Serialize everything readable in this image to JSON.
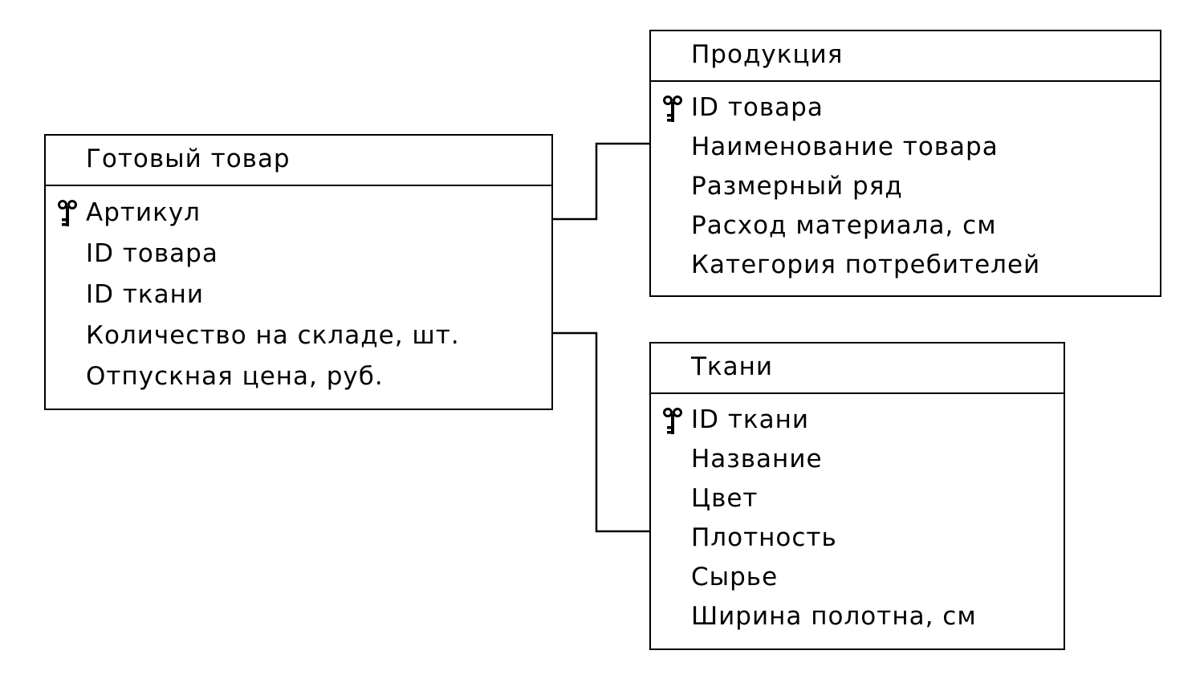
{
  "entities": {
    "goods": {
      "title": "Готовый товар",
      "fields": [
        {
          "label": "Артикул",
          "key": true
        },
        {
          "label": "ID товара",
          "key": false
        },
        {
          "label": "ID ткани",
          "key": false
        },
        {
          "label": "Количество на складе, шт.",
          "key": false
        },
        {
          "label": "Отпускная цена, руб.",
          "key": false
        }
      ]
    },
    "product": {
      "title": "Продукция",
      "fields": [
        {
          "label": "ID товара",
          "key": true
        },
        {
          "label": "Наименование товара",
          "key": false
        },
        {
          "label": "Размерный ряд",
          "key": false
        },
        {
          "label": "Расход материала, см",
          "key": false
        },
        {
          "label": "Категория потребителей",
          "key": false
        }
      ]
    },
    "fabric": {
      "title": "Ткани",
      "fields": [
        {
          "label": "ID ткани",
          "key": true
        },
        {
          "label": "Название",
          "key": false
        },
        {
          "label": "Цвет",
          "key": false
        },
        {
          "label": "Плотность",
          "key": false
        },
        {
          "label": "Сырье",
          "key": false
        },
        {
          "label": "Ширина полотна, см",
          "key": false
        }
      ]
    }
  },
  "icons": {
    "primary_key": "key-icon"
  },
  "colors": {
    "line": "#000000",
    "background": "#ffffff"
  }
}
